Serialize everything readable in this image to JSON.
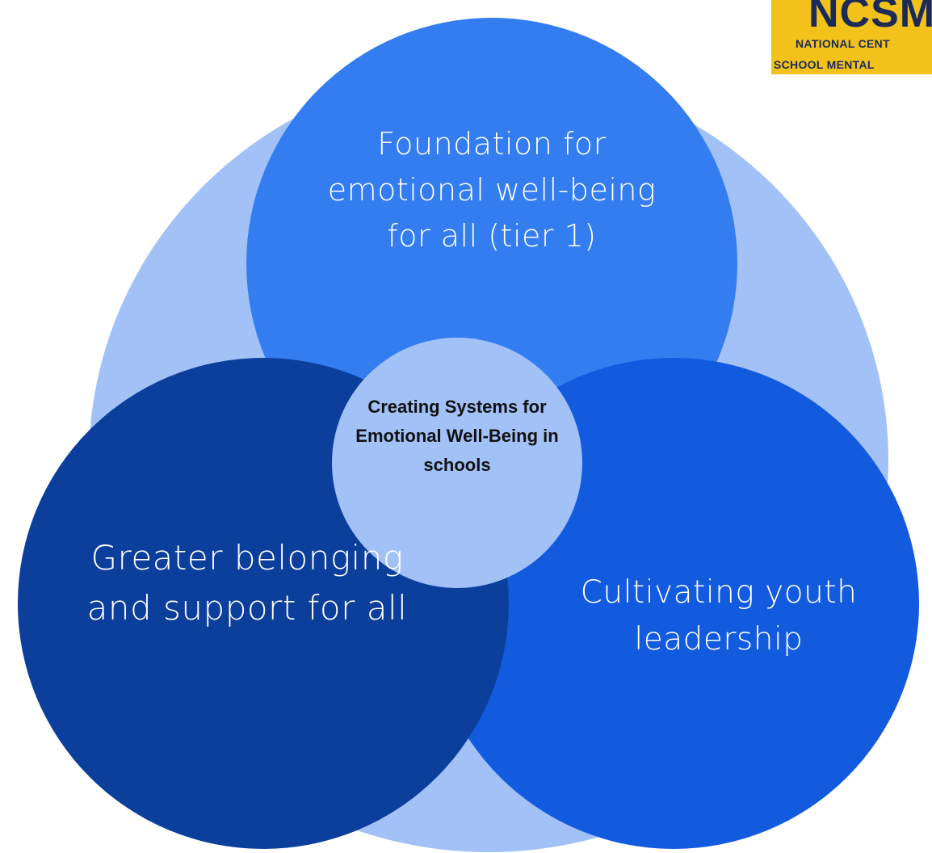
{
  "diagram": {
    "center": {
      "text": "Creating Systems for Emotional Well-Being in schools"
    },
    "top": {
      "text": "Foundation for emotional well-being for all (tier 1)"
    },
    "left": {
      "text": "Greater belonging and support for all"
    },
    "right": {
      "text": "Cultivating youth leadership"
    }
  },
  "logo": {
    "mark": "NCSM",
    "line1": "NATIONAL CENT",
    "line2": "SCHOOL MENTAL"
  },
  "colors": {
    "outer_circle": "#a2c1f7",
    "top_circle": "#337df1",
    "right_circle": "#125bdf",
    "left_circle": "#0b3f9b",
    "center_circle": "#a2c1f7",
    "center_text": "#111111",
    "logo_navy": "#1b2a57",
    "logo_gold": "#f2c21a"
  }
}
